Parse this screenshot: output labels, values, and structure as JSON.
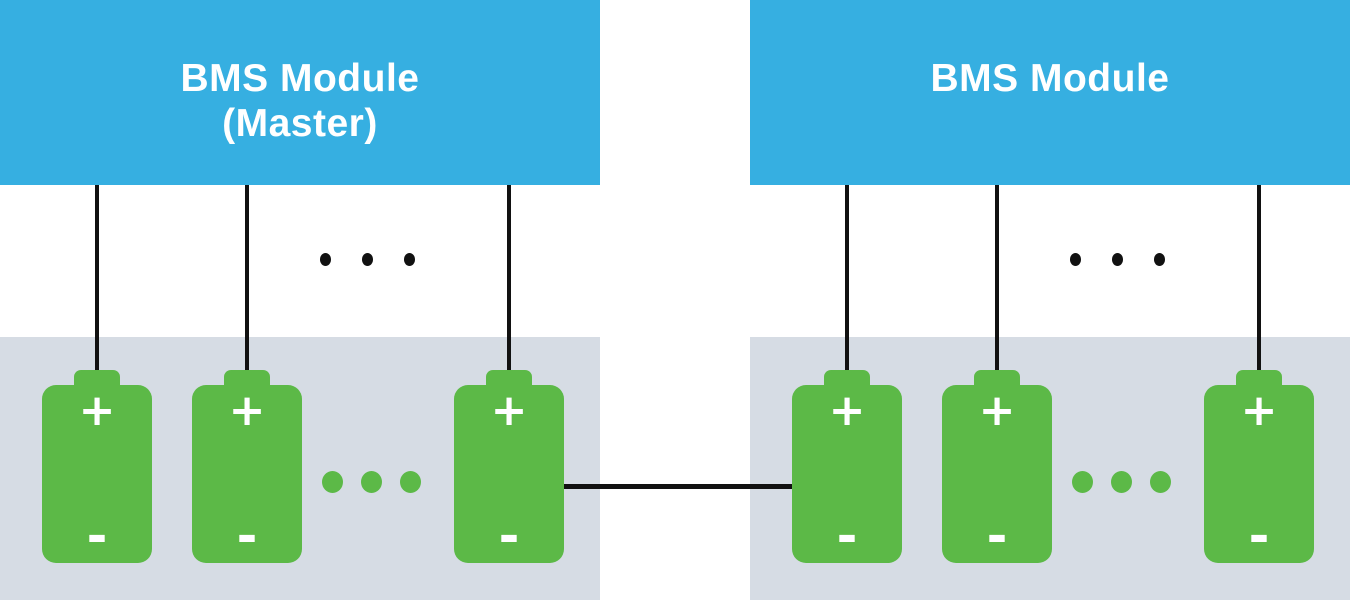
{
  "colors": {
    "module_blue": "#36AFE1",
    "battery_green": "#5CB947",
    "pack_panel_gray": "#D6DCE4",
    "wire_black": "#111111",
    "title_text": "#FFFFFF"
  },
  "modules": {
    "left": {
      "title_line1": "BMS Module",
      "title_line2": "(Master)"
    },
    "right": {
      "title_line1": "BMS Module",
      "title_line2": ""
    }
  },
  "battery_labels": {
    "positive": "+",
    "negative": "-"
  }
}
